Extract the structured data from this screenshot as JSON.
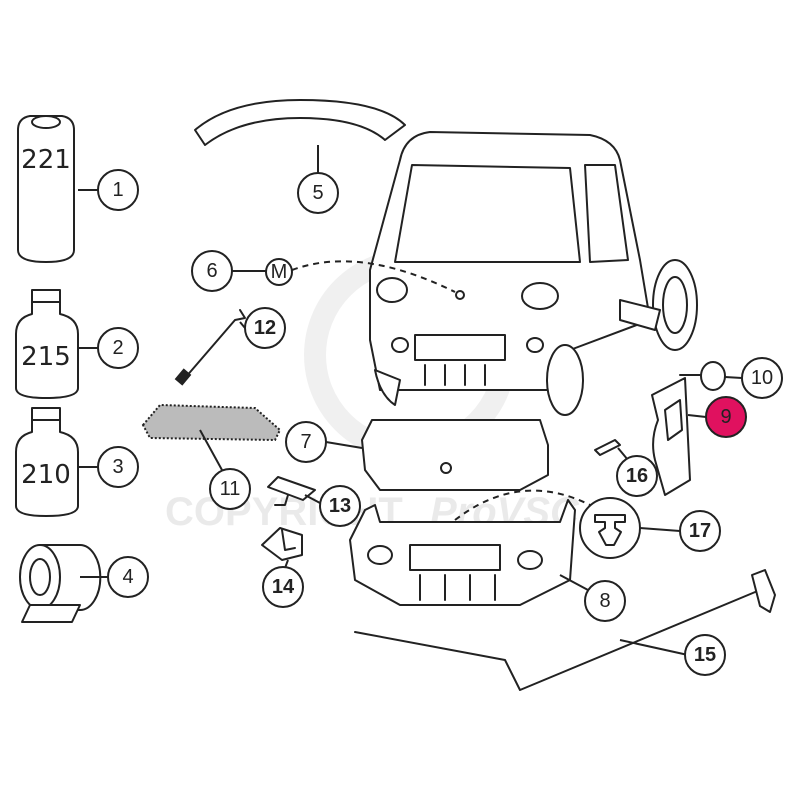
{
  "title": "Body parts exploded diagram",
  "watermark": {
    "text": "COPYRIGHT",
    "brand": "ProVSC"
  },
  "containers": [
    {
      "id": "1",
      "label": "221"
    },
    {
      "id": "2",
      "label": "215"
    },
    {
      "id": "3",
      "label": "210"
    }
  ],
  "logo_badge": "M",
  "callouts": [
    {
      "number": "1"
    },
    {
      "number": "2"
    },
    {
      "number": "3"
    },
    {
      "number": "4"
    },
    {
      "number": "5"
    },
    {
      "number": "6"
    },
    {
      "number": "7"
    },
    {
      "number": "8"
    },
    {
      "number": "9"
    },
    {
      "number": "10"
    },
    {
      "number": "11"
    },
    {
      "number": "12"
    },
    {
      "number": "13"
    },
    {
      "number": "14"
    },
    {
      "number": "15"
    },
    {
      "number": "16"
    },
    {
      "number": "17"
    }
  ],
  "highlight_color": "#e0115f"
}
